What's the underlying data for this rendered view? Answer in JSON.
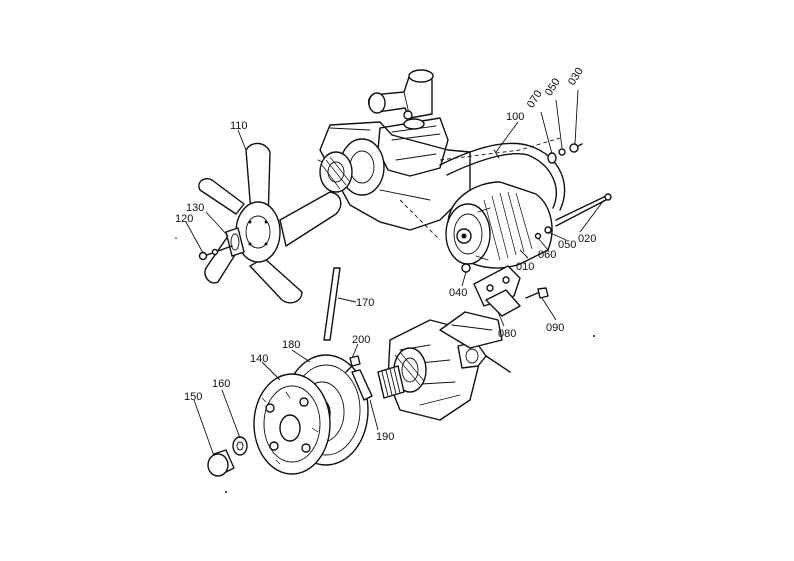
{
  "callouts": [
    {
      "id": "p110",
      "text": "110"
    },
    {
      "id": "p130",
      "text": "130"
    },
    {
      "id": "p120",
      "text": "120"
    },
    {
      "id": "p100",
      "text": "100"
    },
    {
      "id": "p070",
      "text": "070"
    },
    {
      "id": "p050a",
      "text": "050"
    },
    {
      "id": "p030",
      "text": "030"
    },
    {
      "id": "p020",
      "text": "020"
    },
    {
      "id": "p050b",
      "text": "050"
    },
    {
      "id": "p060",
      "text": "060"
    },
    {
      "id": "p010",
      "text": "010"
    },
    {
      "id": "p040",
      "text": "040"
    },
    {
      "id": "p080",
      "text": "080"
    },
    {
      "id": "p090",
      "text": "090"
    },
    {
      "id": "p170",
      "text": "170"
    },
    {
      "id": "p200",
      "text": "200"
    },
    {
      "id": "p180",
      "text": "180"
    },
    {
      "id": "p140",
      "text": "140"
    },
    {
      "id": "p160",
      "text": "160"
    },
    {
      "id": "p150",
      "text": "150"
    },
    {
      "id": "p190",
      "text": "190"
    }
  ]
}
